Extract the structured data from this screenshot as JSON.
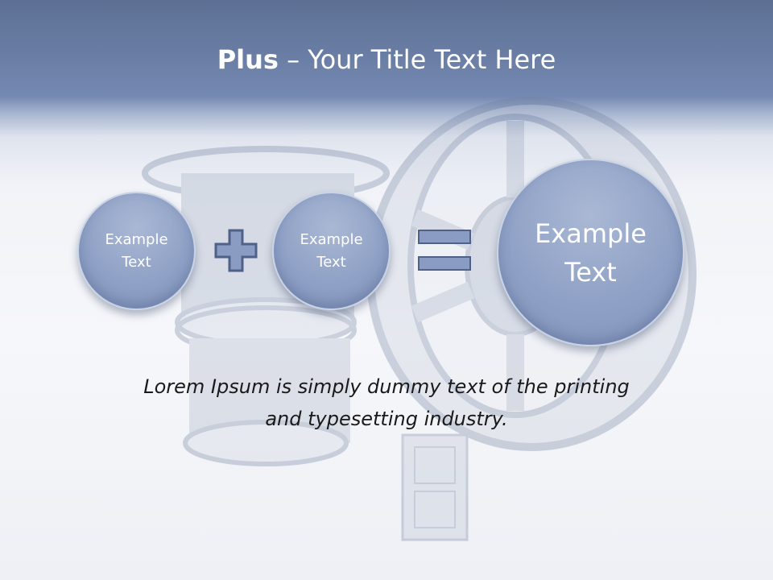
{
  "slide": {
    "title_bold": "Plus",
    "title_rest": " – Your Title Text Here",
    "circle1": {
      "line1": "Example",
      "line2": "Text"
    },
    "circle2": {
      "line1": "Example",
      "line2": "Text"
    },
    "circle3": {
      "line1": "Example",
      "line2": "Text"
    },
    "operator_plus": "plus-icon",
    "operator_equals": "equals-icon",
    "body_line1": "Lorem Ipsum is simply dummy text of the printing",
    "body_line2": "and typesetting industry."
  },
  "colors": {
    "header": "#6a7ea5",
    "circle_fill": "#8fa1c6",
    "operator_fill": "#8a9cc2",
    "operator_stroke": "#4f6189",
    "body_text": "#1a1a1a"
  }
}
